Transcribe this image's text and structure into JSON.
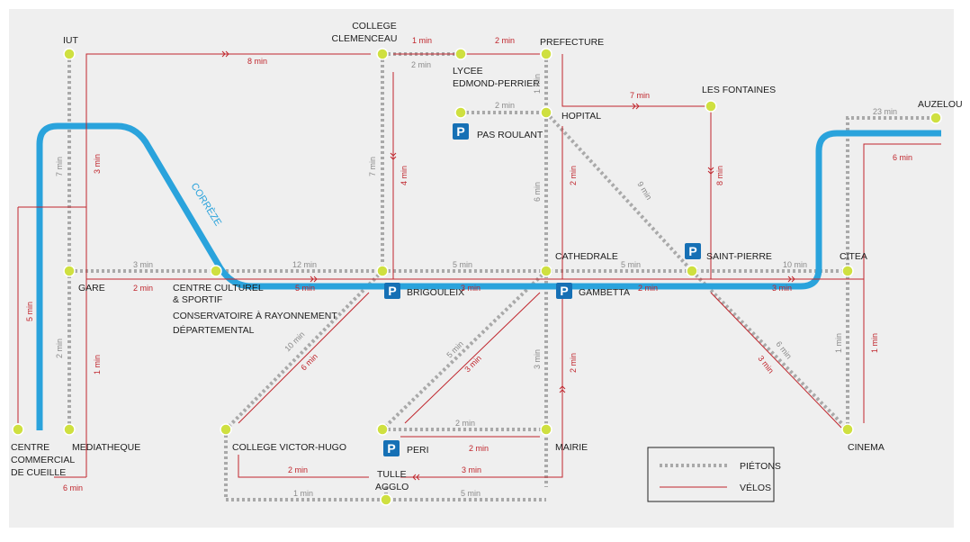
{
  "colors": {
    "background": "#efefef",
    "river": "#2aa3dc",
    "walk": "#a9a9a9",
    "bike": "#c0262d",
    "node": "#cfe040",
    "parking": "#1670b5"
  },
  "river_label": "CORRÈZE",
  "parking_letter": "P",
  "stops": {
    "iut": "IUT",
    "college_clemenceau_1": "COLLEGE",
    "college_clemenceau_2": "CLEMENCEAU",
    "lycee_1": "LYCEE",
    "lycee_2": "EDMOND-PERRIER",
    "prefecture": "PREFECTURE",
    "hopital": "HOPITAL",
    "pas_roulant": "PAS ROULANT",
    "les_fontaines": "LES FONTAINES",
    "auzelou": "AUZELOU",
    "gare": "GARE",
    "centre_culturel_1": "CENTRE CULTUREL",
    "centre_culturel_2": "& SPORTIF",
    "centre_culturel_3": "CONSERVATOIRE À RAYONNEMENT",
    "centre_culturel_4": "DÉPARTEMENTAL",
    "brigouleix": "BRIGOULEIX",
    "cathedrale": "CATHEDRALE",
    "gambetta": "GAMBETTA",
    "saint_pierre": "SAINT-PIERRE",
    "citea": "CITEA",
    "centre_commercial_1": "CENTRE",
    "centre_commercial_2": "COMMERCIAL",
    "centre_commercial_3": "DE CUEILLE",
    "mediatheque": "MEDIATHEQUE",
    "college_victor_hugo": "COLLEGE VICTOR-HUGO",
    "peri": "PERI",
    "mairie": "MAIRIE",
    "tulle_agglo_1": "TULLE",
    "tulle_agglo_2": "AGGLO",
    "cinema": "CINEMA"
  },
  "times": {
    "iut_clem_bike": "8 min",
    "clem_lycee_bike": "1 min",
    "lycee_pref_bike": "2 min",
    "clem_lycee_walk": "2 min",
    "pref_hop_walk": "1 min",
    "pas_hop_walk": "2 min",
    "pref_font_bike": "7 min",
    "citea_auz_walk": "23 min",
    "citea_auz_bike": "6 min",
    "iut_gare_walk": "7 min",
    "iut_gare_bike": "3 min",
    "clem_brig_walk": "7 min",
    "clem_brig_bike": "4 min",
    "hop_cath_walk": "6 min",
    "hop_cath_bike": "2 min",
    "hop_sp_walk": "9 min",
    "font_sp_bike": "8 min",
    "gare_cc_walk": "3 min",
    "gare_cc_bike": "2 min",
    "cc_brig_walk": "12 min",
    "cc_brig_bike": "5 min",
    "brig_cath_walk": "5 min",
    "brig_gamb_bike": "3 min",
    "cath_sp_walk": "5 min",
    "gamb_sp_bike": "2 min",
    "sp_citea_walk": "10 min",
    "sp_citea_bike": "3 min",
    "cueille_bike": "5 min",
    "gare_med_walk": "2 min",
    "gare_med_bike": "1 min",
    "med_bike": "6 min",
    "brig_vh_walk": "10 min",
    "brig_vh_bike": "6 min",
    "cath_peri_walk": "5 min",
    "gamb_peri_bike": "3 min",
    "cath_mairie_walk": "3 min",
    "gamb_mairie_bike": "2 min",
    "peri_mairie_walk": "2 min",
    "peri_mairie_bike": "2 min",
    "vh_tulle_bike": "2 min",
    "vh_tulle_walk": "1 min",
    "tulle_mairie_bike": "3 min",
    "tulle_mairie_walk": "5 min",
    "sp_cinema_walk": "6 min",
    "sp_cinema_bike": "3 min",
    "citea_cinema_walk": "1 min",
    "citea_cinema_bike": "1 min"
  },
  "legend": {
    "walk": "PIÉTONS",
    "bike": "VÉLOS"
  }
}
